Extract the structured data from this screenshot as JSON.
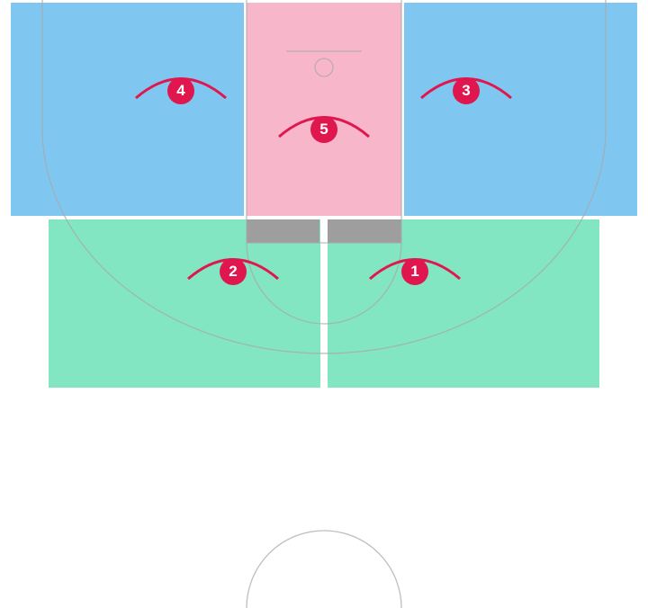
{
  "colors": {
    "corner_zone": "#7fc7f0",
    "paint_zone": "#f7b6c9",
    "wing_zone": "#83e6c2",
    "block": "#9e9e9e",
    "marker": "#e0174f",
    "marker_text": "#ffffff",
    "court_line": "#a8a8a8"
  },
  "zones": [
    {
      "id": "zone-4",
      "label": "4",
      "kind": "corner"
    },
    {
      "id": "zone-5",
      "label": "5",
      "kind": "paint"
    },
    {
      "id": "zone-3",
      "label": "3",
      "kind": "corner"
    },
    {
      "id": "zone-2",
      "label": "2",
      "kind": "wing"
    },
    {
      "id": "zone-1",
      "label": "1",
      "kind": "wing"
    }
  ],
  "markers": {
    "zone_1": "1",
    "zone_2": "2",
    "zone_3": "3",
    "zone_4": "4",
    "zone_5": "5"
  }
}
